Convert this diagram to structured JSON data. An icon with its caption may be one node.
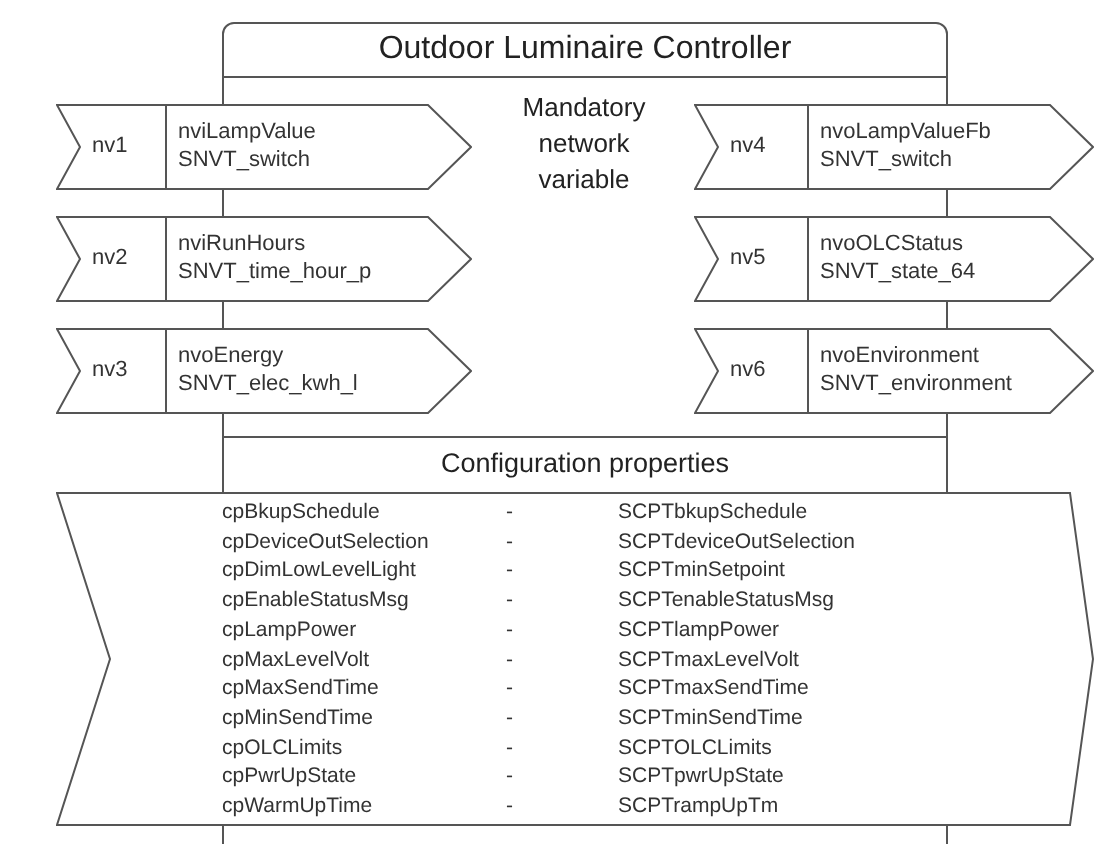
{
  "diagram": {
    "nodes": [
      {
        "text": [
          "Outdoor Luminaire Controller",
          "Mandatory network variable"
        ]
      },
      {
        "text": [
          "nv1",
          "nviLampValue",
          "SNVT_switch"
        ]
      },
      {
        "text": [
          "nv2",
          "nviRunHours",
          "SNVT_time_hour_p"
        ]
      },
      {
        "text": [
          "nv3",
          "nvoEnergy",
          "SNVT_elec_kwh_l"
        ]
      },
      {
        "text": [
          "nv4",
          "nvoLampValueFb",
          "SNVT_switch"
        ]
      },
      {
        "text": [
          "nv5",
          "nvoOLCStatus",
          "SNVT_state_64"
        ]
      },
      {
        "text": [
          "nv6",
          "nvoEnvironment",
          "SNVT_environment"
        ]
      },
      {
        "text": [
          "Configuration properties"
        ],
        "in": 0
      },
      {
        "text": [
          "cpBkupSchedule",
          "-",
          "SCPTbkupSchedule",
          "cpDeviceOutSelection",
          "-",
          "SCPTdeviceOutSelection",
          "cpDimLowLevelLight",
          "-",
          "SCPTminSetpoint",
          "cpEnableStatusMsg",
          "-",
          "SCPTenableStatusMsg",
          "cpLampPower",
          "-",
          "SCPTlampPower",
          "cpMaxLevelVolt",
          "-",
          "SCPTmaxLevelVolt",
          "cpMaxSendTime",
          "-",
          "SCPTmaxSendTime",
          "cpMinSendTime",
          "-",
          "SCPTminSendTime",
          "cpOLCLimits",
          "-",
          "SCPTOLCLimits",
          "cpPwrUpState",
          "-",
          "SCPTpwrUpState",
          "cpWarmUpTime",
          "-",
          "SCPTrampUpTm"
        ]
      }
    ]
  }
}
